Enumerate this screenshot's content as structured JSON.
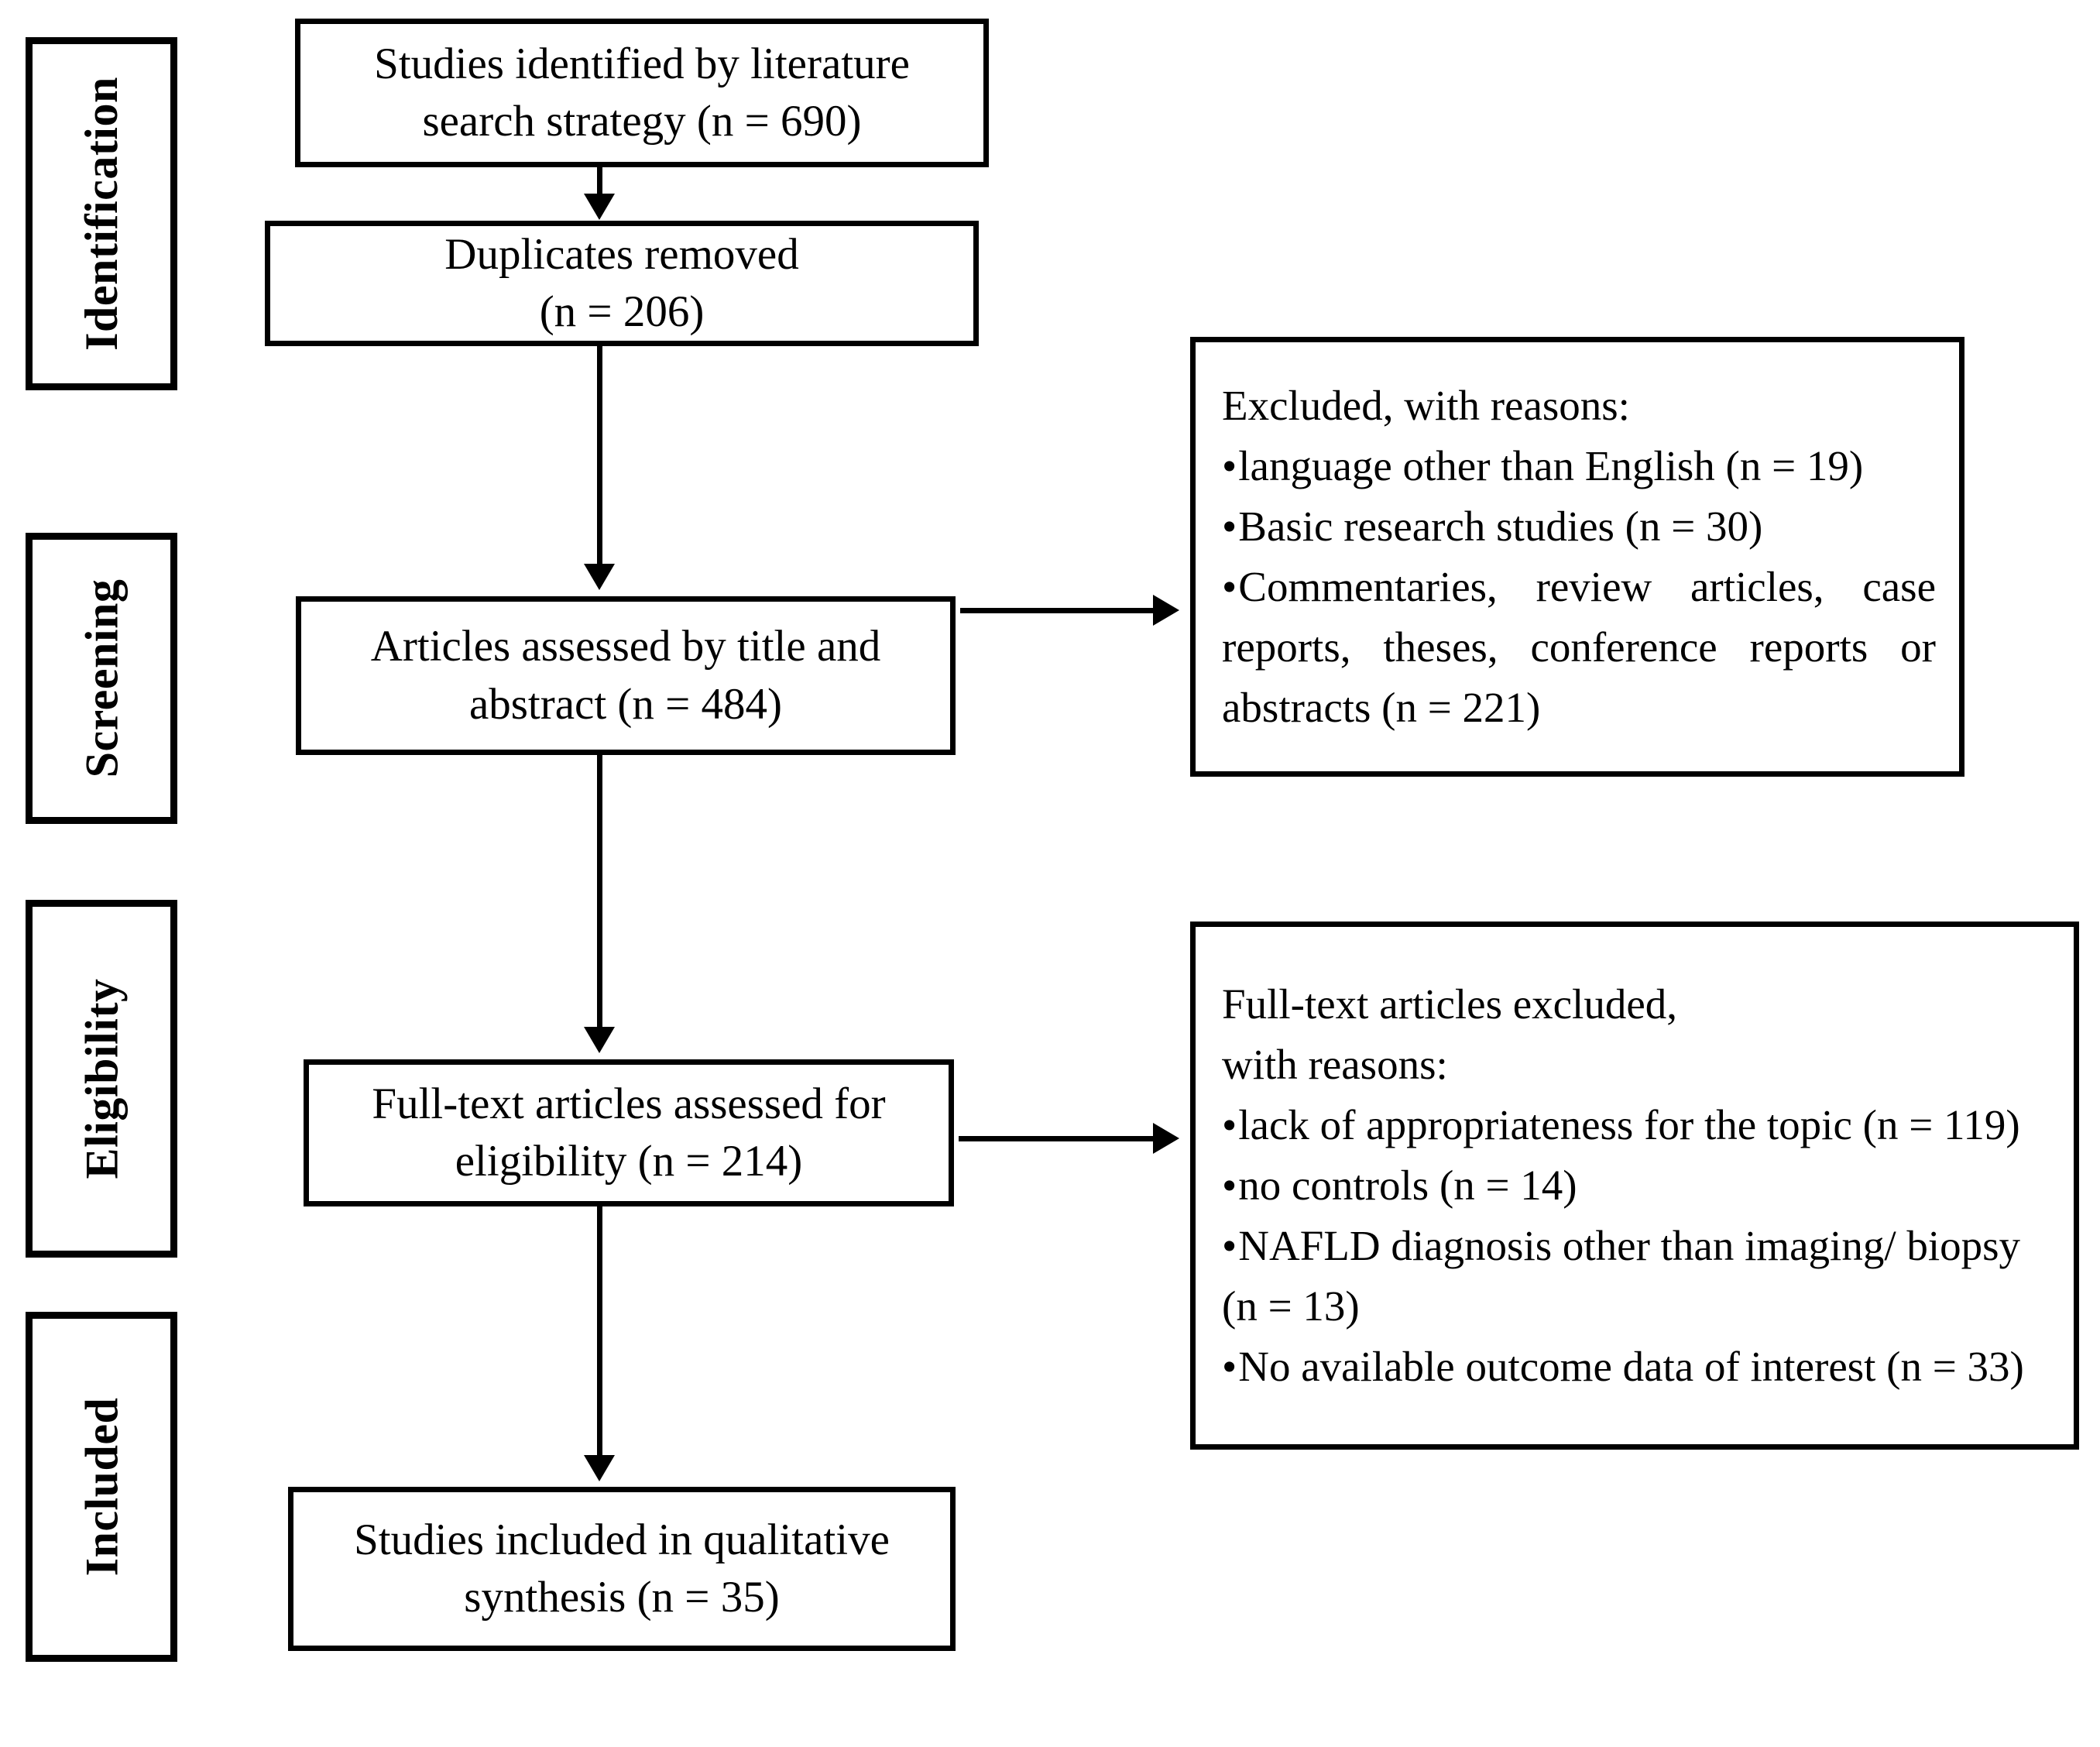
{
  "diagram": {
    "type": "prisma-flow-diagram",
    "title": "PRISMA study selection flow diagram"
  },
  "stages": [
    {
      "id": "identification",
      "label": "Identification"
    },
    {
      "id": "screening",
      "label": "Screening"
    },
    {
      "id": "eligibility",
      "label": "Eligibility"
    },
    {
      "id": "included",
      "label": "Included"
    }
  ],
  "flow_boxes": [
    {
      "id": "identified",
      "line1": "Studies identified by literature",
      "line2": "search strategy (n = 690)",
      "n": 690
    },
    {
      "id": "duplicates",
      "line1": "Duplicates removed",
      "line2": "(n = 206)",
      "n": 206
    },
    {
      "id": "title-abstract",
      "line1": "Articles assessed by title and",
      "line2": "abstract   (n = 484)",
      "n": 484
    },
    {
      "id": "fulltext-assessed",
      "line1": "Full-text articles assessed for",
      "line2": "eligibility    (n = 214)",
      "n": 214
    },
    {
      "id": "included-qualitative",
      "line1": "Studies included in qualitative",
      "line2": "synthesis   (n = 35)",
      "n": 35
    }
  ],
  "exclusion_boxes": [
    {
      "id": "screening-excluded",
      "heading": "Excluded, with reasons:",
      "items": [
        {
          "text": "language other than English  (n = 19)",
          "n": 19
        },
        {
          "text": "Basic research studies (n = 30)",
          "n": 30
        },
        {
          "text": "Commentaries, review articles, case reports, theses, conference reports or abstracts  (n = 221)",
          "n": 221
        }
      ]
    },
    {
      "id": "eligibility-excluded",
      "heading_line1": "Full-text articles excluded,",
      "heading_line2": "with reasons:",
      "items": [
        {
          "text": "lack of appropriateness for the topic (n = 119)",
          "n": 119
        },
        {
          "text": "no controls (n = 14)",
          "n": 14
        },
        {
          "text": "NAFLD diagnosis other than imaging/ biopsy (n = 13)",
          "n": 13
        },
        {
          "text": "No available outcome data of interest (n = 33)",
          "n": 33
        }
      ]
    }
  ],
  "colors": {
    "border": "#000000",
    "background": "#ffffff",
    "text": "#000000"
  }
}
